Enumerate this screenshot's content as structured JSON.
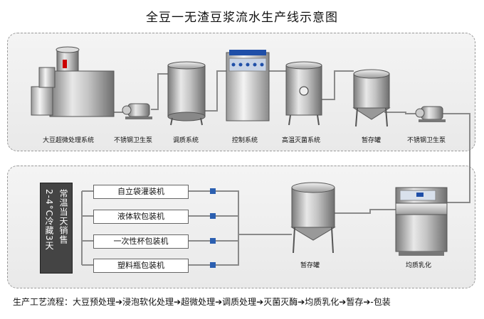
{
  "title": "全豆一无渣豆浆流水生产线示意图",
  "top_row": {
    "labels": [
      "大豆超微处理系统",
      "不锈钢卫生泵",
      "调质系统",
      "控制系统",
      "高温灭菌系统",
      "暂存罐",
      "不锈钢卫生泵"
    ]
  },
  "bottom_row": {
    "packaging": [
      "自立袋灌装机",
      "液体软包装机",
      "一次性杯包装机",
      "塑料瓶包装机"
    ],
    "storage_col1": "常温当天销售",
    "storage_col2": "2-4°C冷藏3天",
    "tank_label": "暂存罐",
    "homogenizer_label": "均质乳化"
  },
  "process_flow": "生产工艺流程：大豆预处理➔浸泡软化处理➔超微处理➔调质处理➔灭菌灭酶➔均质乳化➔暂存➔-包装"
}
